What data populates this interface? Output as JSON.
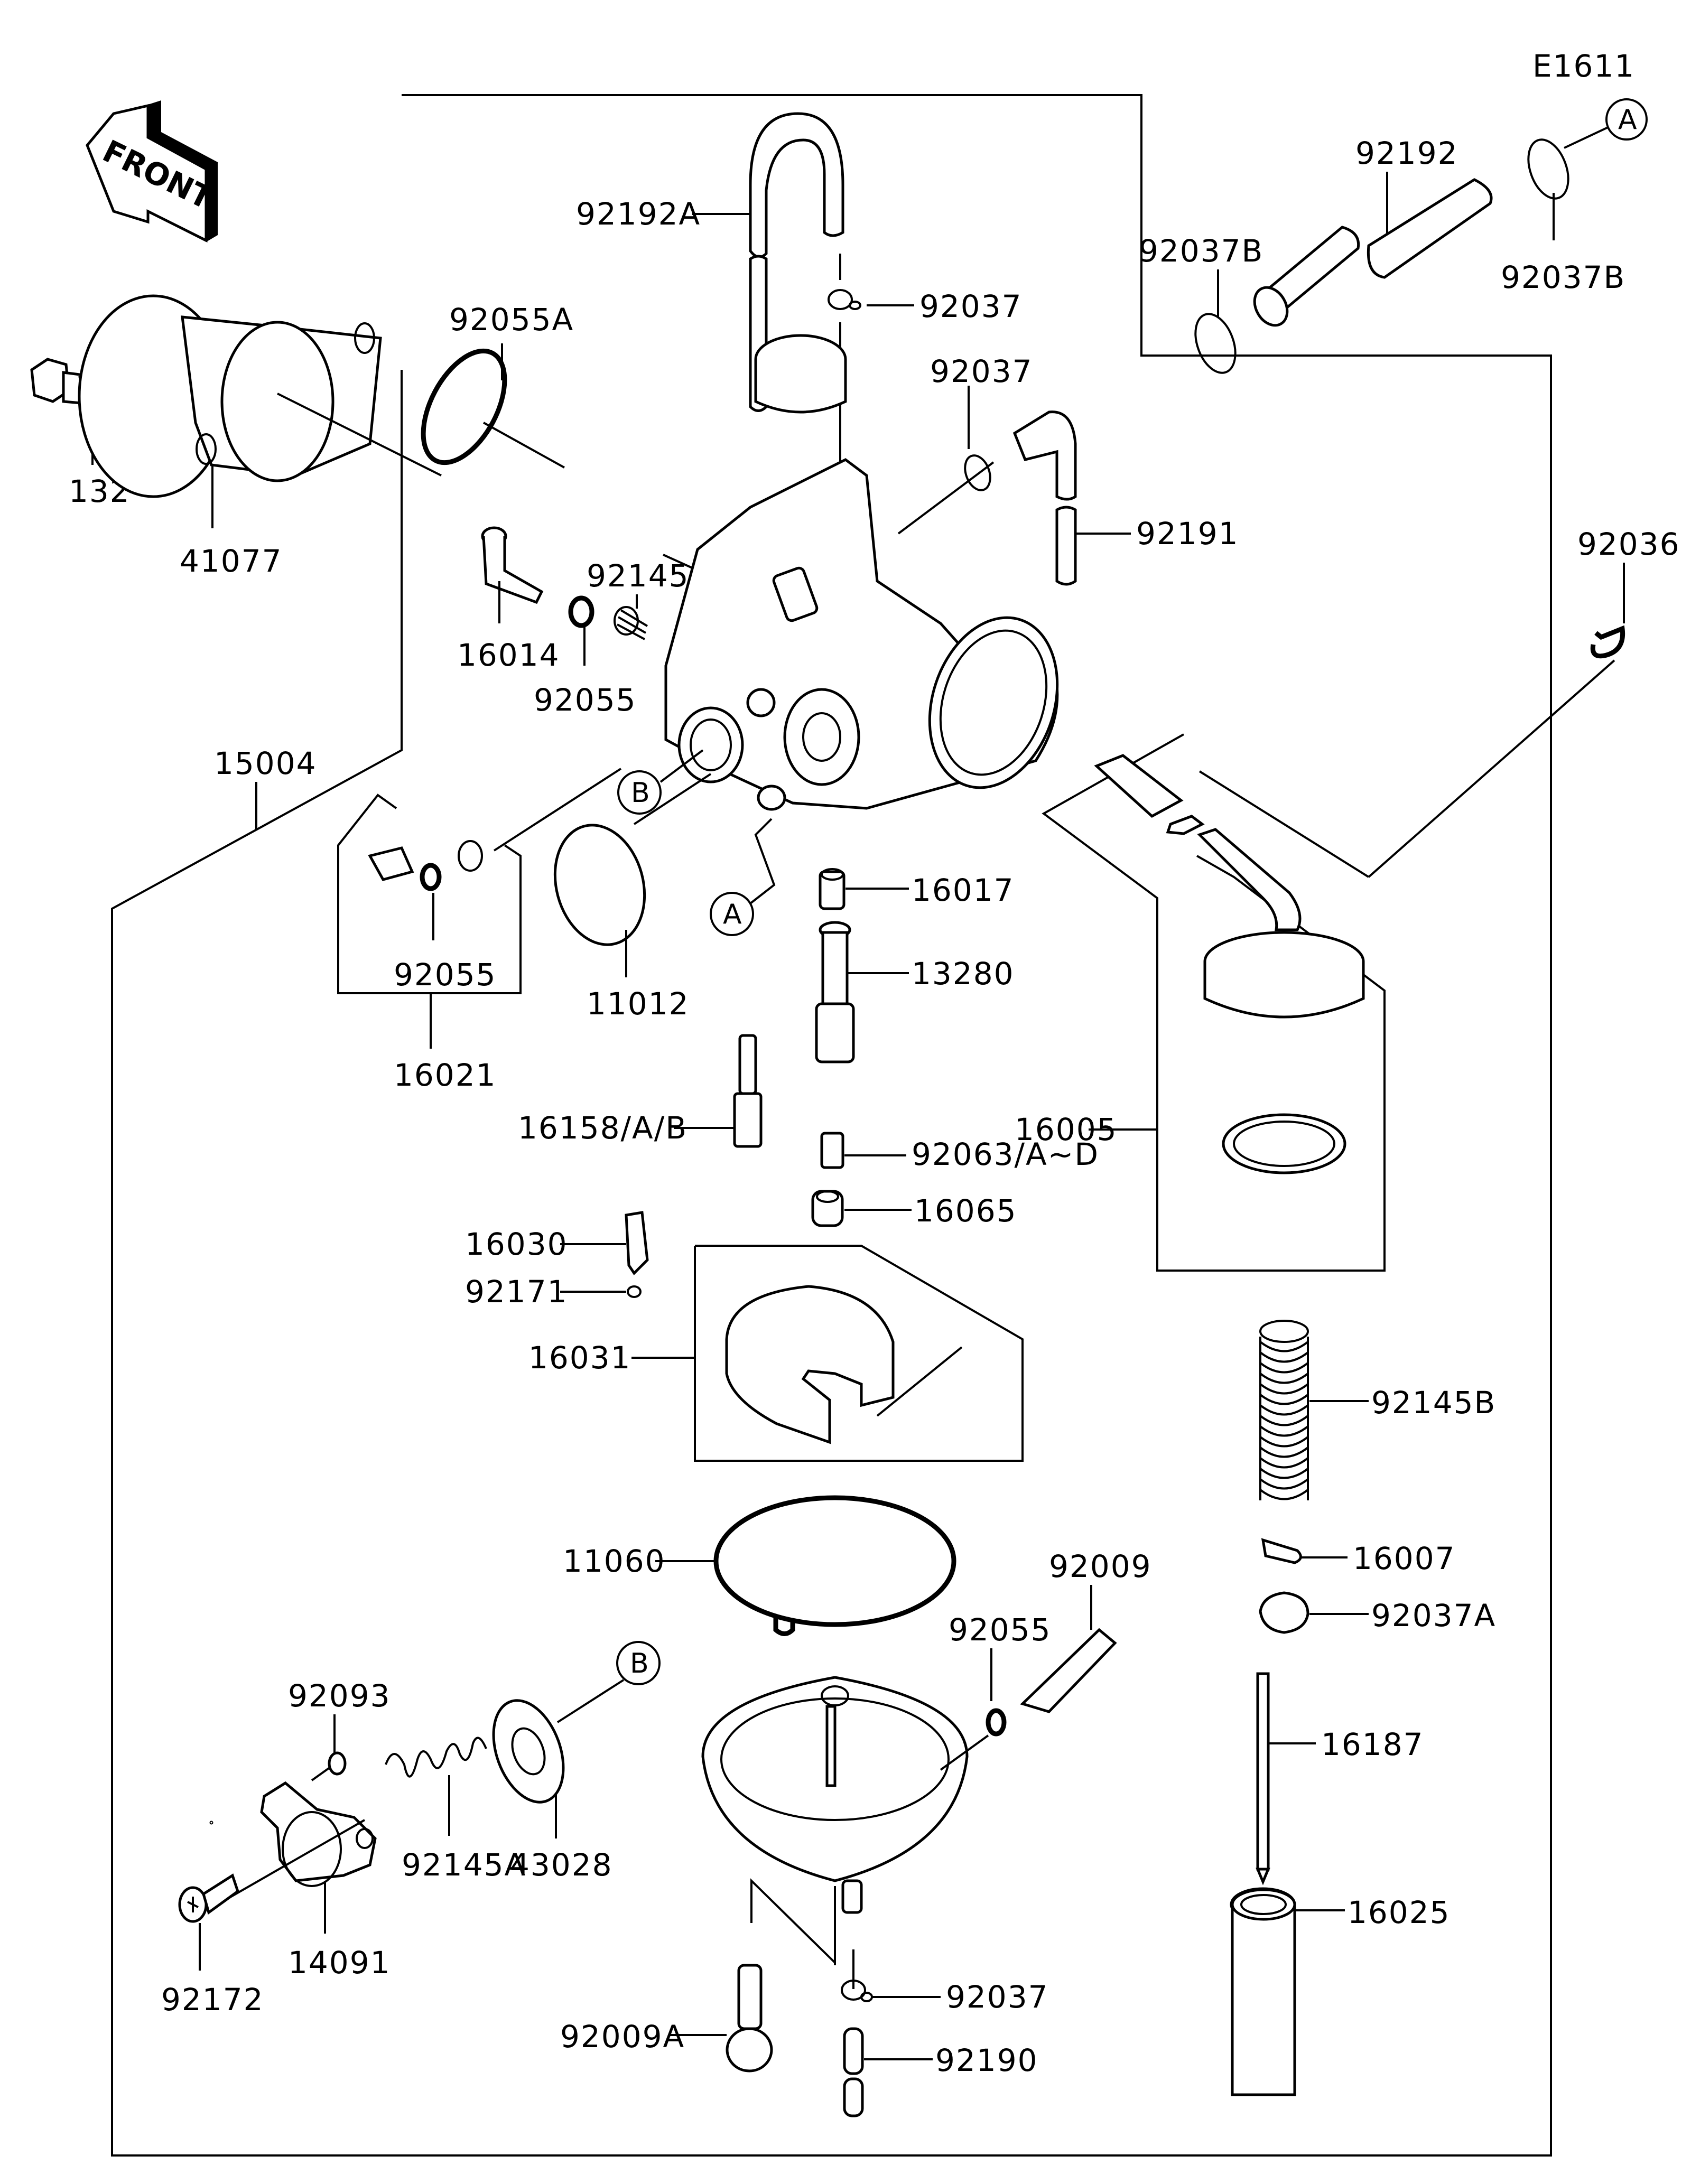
{
  "diagram": {
    "code": "E1611",
    "front_label": "FRONT",
    "ref_markers": {
      "a": "A",
      "b": "B"
    },
    "parts": {
      "p132": "132",
      "p41077": "41077",
      "p92055A": "92055A",
      "p92192A": "92192A",
      "p92037_top": "92037",
      "p92037_mid": "92037",
      "p92191": "92191",
      "p92192": "92192",
      "p92037B_left": "92037B",
      "p92037B_right": "92037B",
      "p92036": "92036",
      "p92145": "92145",
      "p16014": "16014",
      "p92055_pilot": "92055",
      "p15004": "15004",
      "p92055_kit": "92055",
      "p16021": "16021",
      "p11012": "11012",
      "p16017": "16017",
      "p13280": "13280",
      "p16158": "16158/A/B",
      "p92063": "92063/A~D",
      "p16065": "16065",
      "p16005": "16005",
      "p16030": "16030",
      "p92171": "92171",
      "p16031": "16031",
      "p92145B": "92145B",
      "p16007": "16007",
      "p92037A": "92037A",
      "p11060": "11060",
      "p92009": "92009",
      "p92055_bowl": "92055",
      "p92093": "92093",
      "p43028": "43028",
      "p92145A": "92145A",
      "p14091": "14091",
      "p92172": "92172",
      "p16187": "16187",
      "p16025": "16025",
      "p92037_bottom": "92037",
      "p92009A": "92009A",
      "p92190": "92190"
    }
  }
}
